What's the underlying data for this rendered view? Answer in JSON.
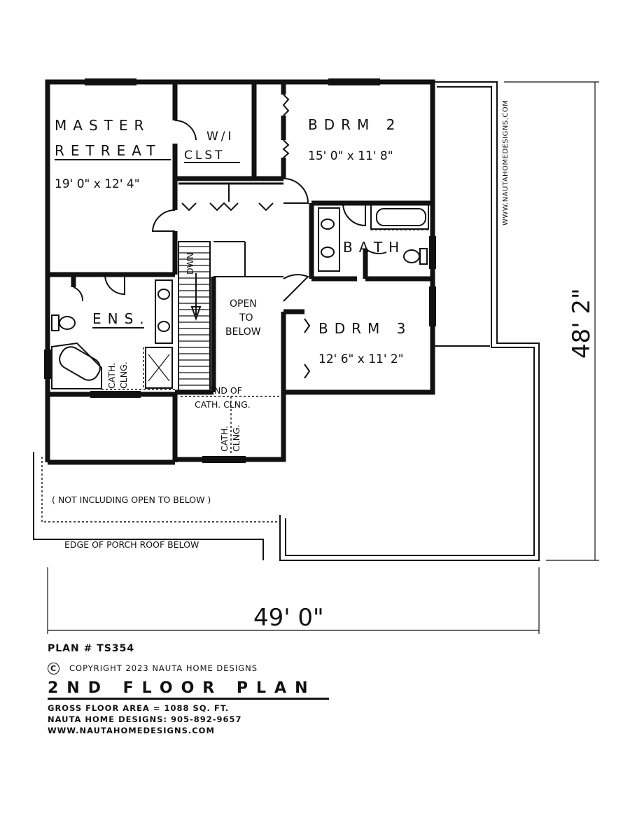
{
  "rooms": {
    "master_name_1": "MASTER",
    "master_name_2": "RETREAT",
    "master_size": "19' 0\" x 12' 4\"",
    "wic_line_1": "W/I",
    "wic_line_2": "CLST",
    "bdrm2_name": "BDRM 2",
    "bdrm2_size": "15' 0\" x 11' 8\"",
    "bdrm3_name": "BDRM 3",
    "bdrm3_size": "12' 6\" x 11' 2\"",
    "bath_name": "BATH",
    "ensuite_name": "ENS.",
    "open_line_1": "OPEN",
    "open_line_2": "TO",
    "open_line_3": "BELOW",
    "stair_label": "DWN"
  },
  "notes": {
    "cath_1": "CATH.",
    "clng_1": "CLNG.",
    "end_of": "END OF",
    "end_of_2": "CATH. CLNG.",
    "cath_2": "CATH.",
    "clng_2": "CLNG.",
    "not_including": "( NOT INCLUDING OPEN TO BELOW )",
    "porch_roof": "EDGE OF PORCH ROOF BELOW",
    "vertical_web": "WWW.NAUTAHOMEDESIGNS.COM"
  },
  "dimensions": {
    "width": "49' 0\"",
    "depth": "48' 2\""
  },
  "title_block": {
    "plan_number": "PLAN # TS354",
    "copyright_symbol": "C",
    "copyright": "COPYRIGHT 2023 NAUTA HOME DESIGNS",
    "floor_title": "2ND FLOOR PLAN",
    "gross_area": "GROSS FLOOR AREA = 1088 SQ. FT.",
    "phone": "NAUTA HOME DESIGNS: 905-892-9657",
    "website": "WWW.NAUTAHOMEDESIGNS.COM"
  }
}
